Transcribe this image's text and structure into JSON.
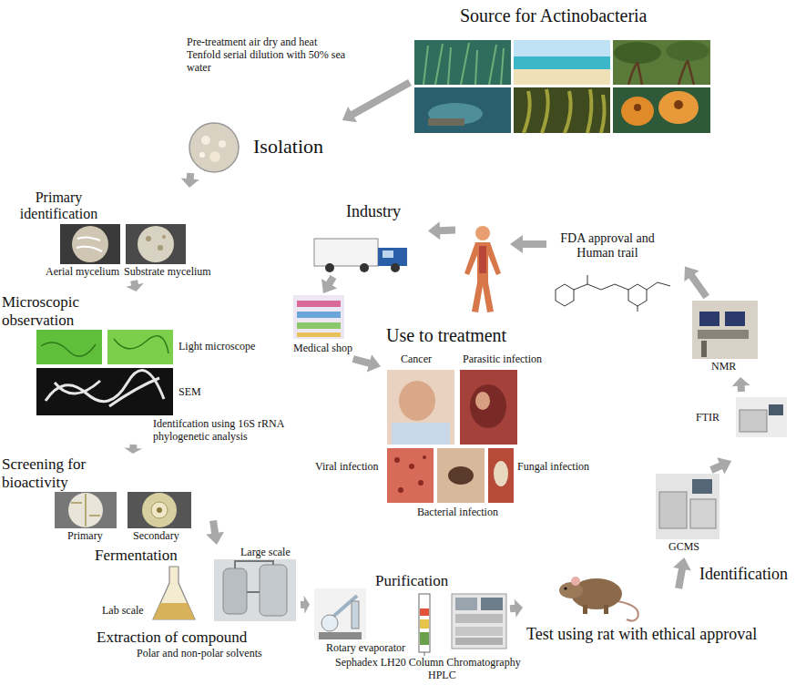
{
  "diagram": {
    "nodes": [
      {
        "text": [
          "Source for Actinobacteria"
        ]
      },
      {
        "text": [
          "Isolation"
        ]
      },
      {
        "text": [
          "Primary identification"
        ]
      },
      {
        "text": [
          "Microscopic observation"
        ]
      },
      {
        "text": [
          "Screening for bioactivity"
        ]
      },
      {
        "text": [
          "Fermentation"
        ]
      },
      {
        "text": [
          "Purification"
        ]
      },
      {
        "text": [
          "Test using rat with ethical approval"
        ]
      },
      {
        "text": [
          "GCMS"
        ]
      },
      {
        "text": [
          "FTIR"
        ]
      },
      {
        "text": [
          "NMR"
        ]
      },
      {
        "text": [
          "FDA approval and Human trail"
        ]
      },
      {
        "text": [
          "Industry"
        ]
      },
      {
        "text": [
          "Medical shop"
        ]
      },
      {
        "text": [
          "Use to treatment"
        ]
      }
    ],
    "edges": [
      {
        "from": 0,
        "to": 1,
        "arrow": "to"
      },
      {
        "from": 1,
        "to": 2,
        "arrow": "to"
      },
      {
        "from": 2,
        "to": 3,
        "arrow": "to"
      },
      {
        "from": 3,
        "to": 4,
        "arrow": "to"
      },
      {
        "from": 4,
        "to": 5,
        "arrow": "to"
      },
      {
        "from": 5,
        "to": 6,
        "arrow": "to"
      },
      {
        "from": 6,
        "to": 7,
        "arrow": "to"
      },
      {
        "from": 7,
        "to": 8,
        "arrow": "to"
      },
      {
        "from": 8,
        "to": 9,
        "arrow": "to"
      },
      {
        "from": 9,
        "to": 10,
        "arrow": "to"
      },
      {
        "from": 10,
        "to": 11,
        "arrow": "to"
      },
      {
        "from": 11,
        "to": 12,
        "arrow": "to"
      },
      {
        "from": 12,
        "to": 13,
        "arrow": "to"
      },
      {
        "from": 13,
        "to": 14,
        "arrow": "to"
      }
    ],
    "labels": [
      "Pre-treatment air dry and heat Tenfold serial dilution with 50% sea water",
      "Aerial mycelium",
      "Substrate mycelium",
      "Light microscope",
      "SEM",
      "Identifcation using 16S rRNA phylogenetic analysis",
      "Primary",
      "Secondary",
      "Large scale",
      "Lab scale",
      "Extraction of compound",
      "Polar and non-polar solvents",
      "Rotary evaporator",
      "Sephadex LH20 Column Chromatography",
      "HPLC",
      "Identification",
      "Cancer",
      "Parasitic infection",
      "Viral infection",
      "Bacterial infection",
      "Fungal infection"
    ]
  }
}
